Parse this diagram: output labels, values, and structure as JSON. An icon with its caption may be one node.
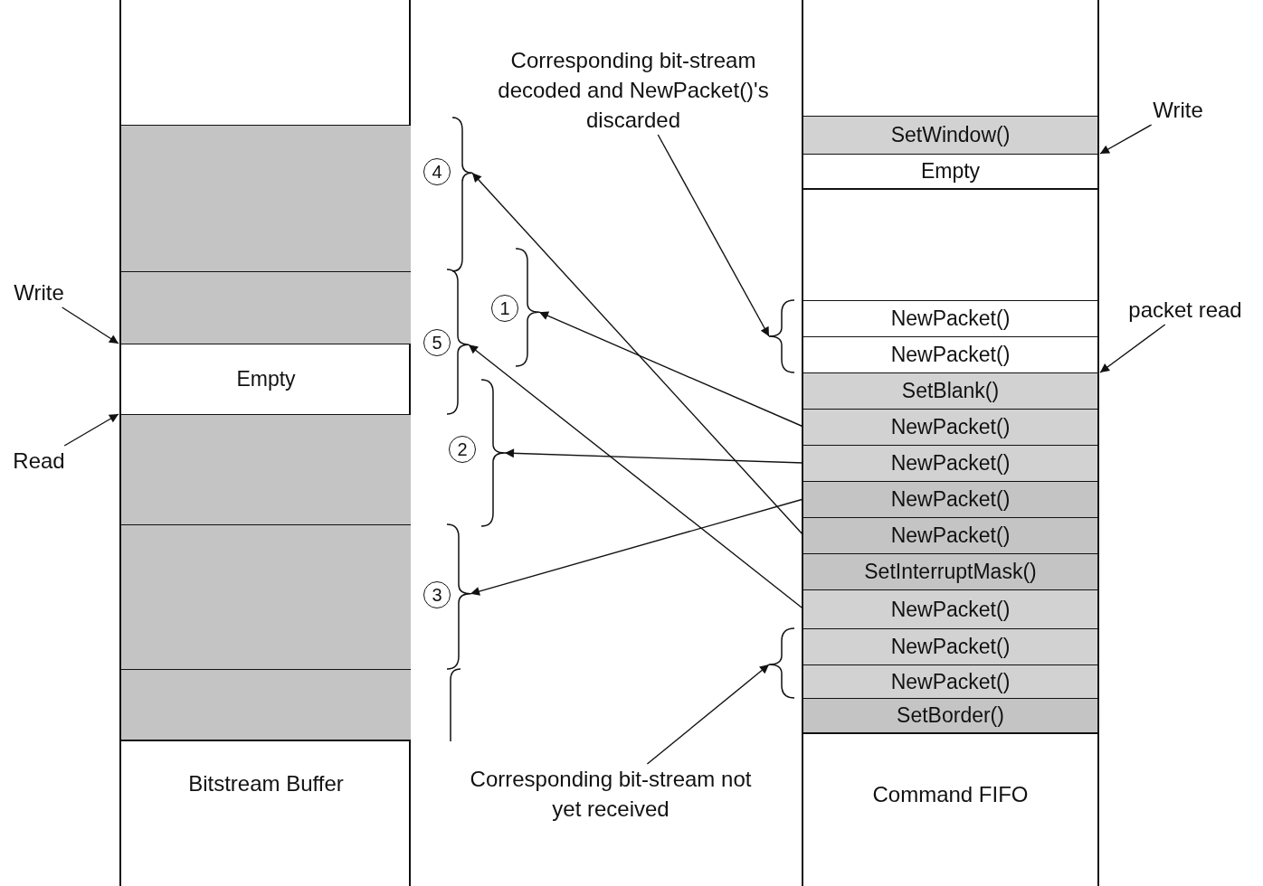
{
  "diagram": {
    "nodes": [
      {
        "text": [
          "Bitstream Buffer"
        ]
      },
      {
        "text": [],
        "shape": "box",
        "in": 0
      },
      {
        "text": [],
        "shape": "box",
        "in": 0
      },
      {
        "text": [
          "Empty"
        ],
        "in": 0
      },
      {
        "text": [],
        "shape": "box",
        "in": 0
      },
      {
        "text": [],
        "shape": "box",
        "in": 0
      },
      {
        "text": [],
        "shape": "box",
        "in": 0
      },
      {
        "text": [
          "Command FIFO"
        ]
      },
      {
        "text": [
          "SetWindow()"
        ],
        "in": 7
      },
      {
        "text": [
          "Empty"
        ],
        "in": 7
      },
      {
        "text": [
          "NewPacket()"
        ],
        "in": 7
      },
      {
        "text": [
          "NewPacket()"
        ],
        "in": 7
      },
      {
        "text": [
          "SetBlank()"
        ],
        "in": 7
      },
      {
        "text": [
          "NewPacket()"
        ],
        "in": 7
      },
      {
        "text": [
          "NewPacket()"
        ],
        "in": 7
      },
      {
        "text": [
          "NewPacket()"
        ],
        "in": 7
      },
      {
        "text": [
          "NewPacket()"
        ],
        "in": 7
      },
      {
        "text": [
          "SetInterruptMask()"
        ],
        "in": 7
      },
      {
        "text": [
          "NewPacket()"
        ],
        "in": 7
      },
      {
        "text": [
          "NewPacket()"
        ],
        "in": 7
      },
      {
        "text": [
          "NewPacket()"
        ],
        "in": 7
      },
      {
        "text": [
          "SetBorder()"
        ],
        "in": 7
      },
      {
        "text": [
          "4"
        ]
      },
      {
        "text": [
          "1"
        ]
      },
      {
        "text": [
          "5"
        ]
      },
      {
        "text": [
          "2"
        ]
      },
      {
        "text": [
          "3"
        ]
      },
      {
        "text": [],
        "shape": "brace"
      },
      {
        "text": [],
        "shape": "brace"
      },
      {
        "text": [],
        "shape": "brace"
      },
      {
        "text": [],
        "shape": "brace"
      },
      {
        "text": [],
        "shape": "brace"
      },
      {
        "text": [],
        "shape": "brace"
      },
      {
        "text": [],
        "shape": "brace"
      },
      {
        "text": [],
        "shape": "brace"
      },
      {
        "text": [
          "Corresponding bit-stream decoded and NewPacket()'s discarded"
        ]
      },
      {
        "text": [
          "Corresponding bit-stream not yet received"
        ]
      },
      {
        "text": [
          "Write"
        ]
      },
      {
        "text": [
          "Read"
        ]
      },
      {
        "text": [
          "Write"
        ]
      },
      {
        "text": [
          "packet read"
        ]
      }
    ],
    "edges": [
      {
        "from": 13,
        "to": 28,
        "arrow": "to"
      },
      {
        "from": 14,
        "to": 30,
        "arrow": "to"
      },
      {
        "from": 15,
        "to": 31,
        "arrow": "to"
      },
      {
        "from": 16,
        "to": 27,
        "arrow": "to"
      },
      {
        "from": 18,
        "to": 29,
        "arrow": "to"
      },
      {
        "from": 35,
        "to": 33,
        "arrow": "to"
      },
      {
        "from": 36,
        "to": 34,
        "arrow": "to"
      },
      {
        "from": 37,
        "to": 3,
        "arrow": "to"
      },
      {
        "from": 38,
        "to": 3,
        "arrow": "to"
      },
      {
        "from": 39,
        "to": 9,
        "arrow": "to"
      },
      {
        "from": 40,
        "to": 11,
        "arrow": "to"
      }
    ]
  }
}
